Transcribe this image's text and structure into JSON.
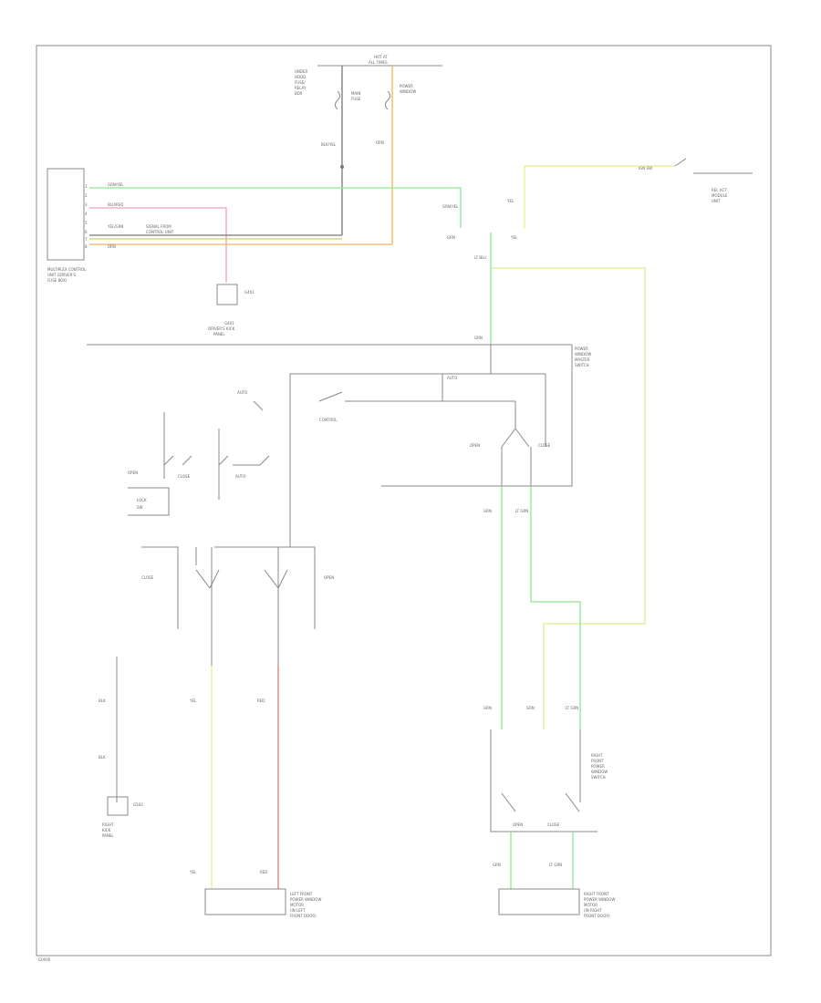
{
  "labels": {
    "top_fuse": [
      "HOT AT",
      "ALL TIMES"
    ],
    "fuse_note": [
      "UNDER",
      "HOOD",
      "FUSE/",
      "RELAY",
      "BOX"
    ],
    "fuse_left": [
      "MAIN",
      "FUSE"
    ],
    "fuse_right": [
      "POWER",
      "WINDOW"
    ],
    "wire_blkyel": "BLK/YEL",
    "wire_orn": "ORN",
    "conn_pins": [
      "1",
      "2",
      "3",
      "4",
      "5",
      "6",
      "7",
      "8"
    ],
    "conn_wires": [
      "GRN/YEL",
      "BLU/RED",
      "YEL/GRN",
      "ORN"
    ],
    "conn_note": [
      "SIGNAL FROM",
      "CONTROL UNIT"
    ],
    "left_module": [
      "MULTIPLEX CONTROL",
      "UNIT (DRIVER'S",
      "FUSE BOX)"
    ],
    "ground_note": [
      "G401"
    ],
    "ground_caption": [
      "G401",
      "DRIVER'S KICK",
      "PANEL"
    ],
    "grn_yel_top": "GRN/YEL",
    "wire_yel_top": "YEL",
    "ign_label": "IGN SW",
    "right_unit": [
      "REL ACT",
      "MODULE",
      "UNIT"
    ],
    "mid_grn": "GRN",
    "mid_yel": "YEL",
    "wire_lblu": "LT BLU",
    "wire_grn_down": "GRN",
    "sw_caption": [
      "POWER",
      "WINDOW",
      "MASTER",
      "SWITCH"
    ],
    "bus_label": "GRN",
    "top_switch": "AUTO",
    "close_lbl": "CLOSE",
    "open_lbl": "OPEN",
    "auto_lbl": "AUTO",
    "sub_switch": "CONTROL",
    "left_switches": [
      "OPEN",
      "CLOSE",
      "AUTO"
    ],
    "left_box": [
      "LOCK",
      "SW"
    ],
    "down_up": [
      "CLOSE",
      "OPEN"
    ],
    "wire_yel": "YEL",
    "wire_red": "RED",
    "wire_grn": "GRN",
    "wire_ltgrn": "LT GRN",
    "left_ground": [
      "BLK",
      "BLK"
    ],
    "left_ground_caption": [
      "G502",
      "RIGHT",
      "KICK",
      "PANEL"
    ],
    "right_motor_sw": [
      "RIGHT",
      "FRONT",
      "POWER",
      "WINDOW",
      "SWITCH"
    ],
    "right_motor_pins": [
      "OPEN",
      "CLOSE"
    ],
    "bot_left_wires": [
      "YEL",
      "RED"
    ],
    "bot_left_motor": [
      "LEFT FRONT",
      "POWER WINDOW",
      "MOTOR",
      "(IN LEFT",
      "FRONT DOOR)"
    ],
    "bot_right_wires": [
      "GRN",
      "LT GRN"
    ],
    "bot_right_motor": [
      "RIGHT FRONT",
      "POWER WINDOW",
      "MOTOR",
      "(IN RIGHT",
      "FRONT DOOR)"
    ],
    "mid_right_wires": [
      "GRN",
      "GRN",
      "LT GRN"
    ],
    "footer": "G0000"
  },
  "colors": {
    "green": "#8ee88e",
    "yellow": "#eaee8c",
    "orange": "#f6b05e",
    "pink": "#f0a0b8",
    "red": "#e07878",
    "black": "#777777"
  }
}
